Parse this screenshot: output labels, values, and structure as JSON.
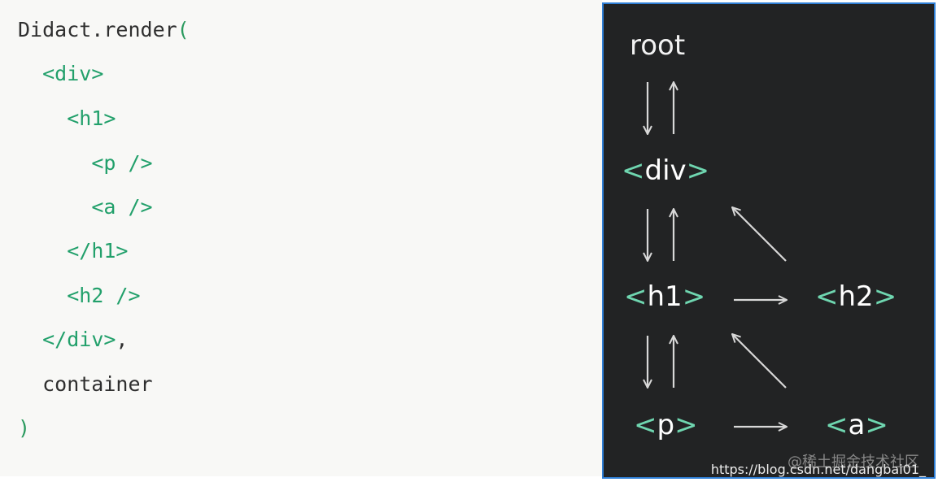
{
  "code": {
    "lines": [
      {
        "tokens": [
          {
            "text": "Didact.render",
            "kind": "plain"
          },
          {
            "text": "(",
            "kind": "paren"
          }
        ]
      },
      {
        "tokens": [
          {
            "text": "  ",
            "kind": "plain"
          },
          {
            "text": "<div>",
            "kind": "tag"
          }
        ]
      },
      {
        "tokens": [
          {
            "text": "    ",
            "kind": "plain"
          },
          {
            "text": "<h1>",
            "kind": "tag"
          }
        ]
      },
      {
        "tokens": [
          {
            "text": "      ",
            "kind": "plain"
          },
          {
            "text": "<p />",
            "kind": "tag"
          }
        ]
      },
      {
        "tokens": [
          {
            "text": "      ",
            "kind": "plain"
          },
          {
            "text": "<a />",
            "kind": "tag"
          }
        ]
      },
      {
        "tokens": [
          {
            "text": "    ",
            "kind": "plain"
          },
          {
            "text": "</h1>",
            "kind": "tag"
          }
        ]
      },
      {
        "tokens": [
          {
            "text": "    ",
            "kind": "plain"
          },
          {
            "text": "<h2 />",
            "kind": "tag"
          }
        ]
      },
      {
        "tokens": [
          {
            "text": "  ",
            "kind": "plain"
          },
          {
            "text": "</div>",
            "kind": "tag"
          },
          {
            "text": ",",
            "kind": "plain"
          }
        ]
      },
      {
        "tokens": [
          {
            "text": "  container",
            "kind": "plain"
          }
        ]
      },
      {
        "tokens": [
          {
            "text": ")",
            "kind": "paren"
          }
        ]
      }
    ]
  },
  "diagram": {
    "nodes": {
      "root": {
        "label": "root"
      },
      "div": {
        "open": "<",
        "name": "div",
        "close": ">"
      },
      "h1": {
        "open": "<",
        "name": "h1",
        "close": ">"
      },
      "h2": {
        "open": "<",
        "name": "h2",
        "close": ">"
      },
      "p": {
        "open": "<",
        "name": "p",
        "close": ">"
      },
      "a": {
        "open": "<",
        "name": "a",
        "close": ">"
      }
    },
    "edges": [
      {
        "from": "root",
        "to": "div",
        "kind": "child"
      },
      {
        "from": "div",
        "to": "root",
        "kind": "parent"
      },
      {
        "from": "div",
        "to": "h1",
        "kind": "child"
      },
      {
        "from": "h1",
        "to": "div",
        "kind": "parent"
      },
      {
        "from": "h2",
        "to": "div",
        "kind": "parent"
      },
      {
        "from": "h1",
        "to": "h2",
        "kind": "sibling"
      },
      {
        "from": "h1",
        "to": "p",
        "kind": "child"
      },
      {
        "from": "p",
        "to": "h1",
        "kind": "parent"
      },
      {
        "from": "a",
        "to": "h1",
        "kind": "parent"
      },
      {
        "from": "p",
        "to": "a",
        "kind": "sibling"
      }
    ],
    "colors": {
      "background": "#222324",
      "border": "#2f7fd6",
      "bracket": "#6fd6b0",
      "text": "#ffffff",
      "arrow": "#d8d8d8"
    }
  },
  "watermark": {
    "cn": "@稀土掘金技术社区",
    "url": "https://blog.csdn.net/dangbai01_"
  }
}
